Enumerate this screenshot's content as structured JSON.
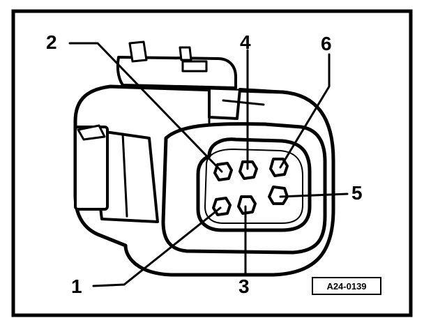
{
  "figure": {
    "reference_code": "A24-0139",
    "callouts": [
      "1",
      "2",
      "3",
      "4",
      "5",
      "6"
    ],
    "colors": {
      "line": "#000000",
      "fill": "#ffffff"
    }
  }
}
